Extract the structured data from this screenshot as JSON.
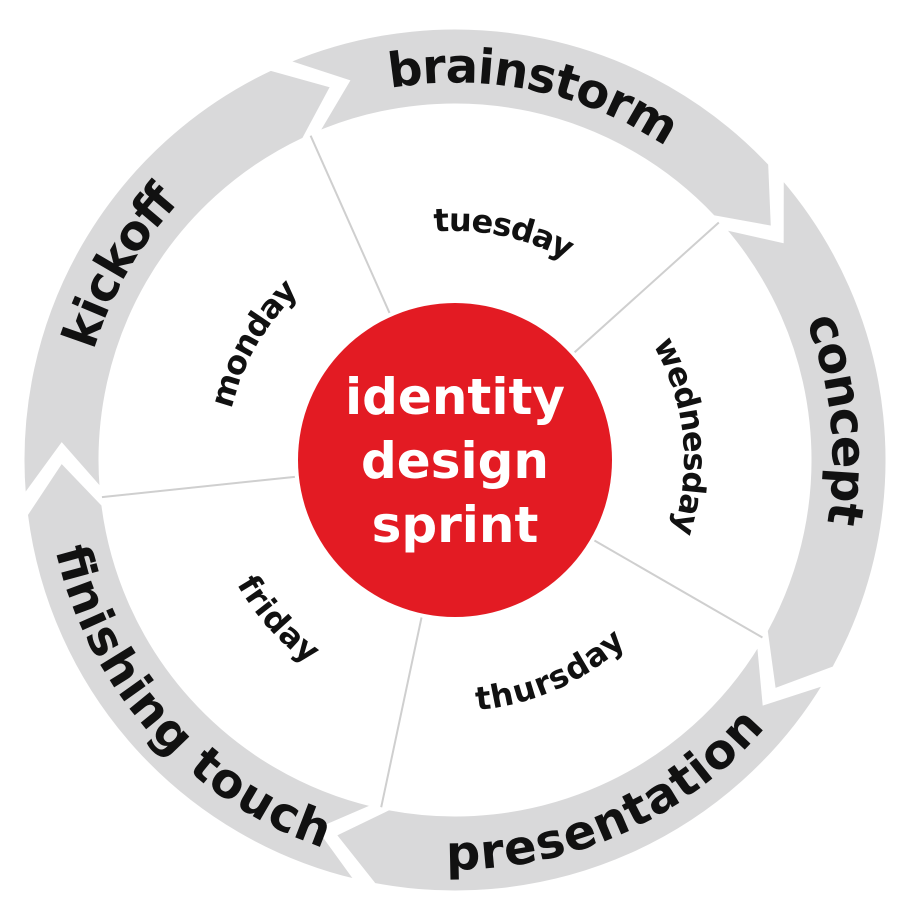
{
  "diagram": {
    "center": {
      "lines": [
        "identity",
        "design",
        "sprint"
      ],
      "color": "#e31b23"
    },
    "ring_color": "#d9d9da",
    "ring_edge_color": "#ffffff",
    "divider_color": "#cfcfcf",
    "segments": [
      {
        "phase": "kickoff",
        "day": "monday"
      },
      {
        "phase": "brainstorm",
        "day": "tuesday"
      },
      {
        "phase": "concept",
        "day": "wednesday"
      },
      {
        "phase": "presentation",
        "day": "thursday"
      },
      {
        "phase": "finishing touch",
        "day": "friday"
      }
    ]
  }
}
